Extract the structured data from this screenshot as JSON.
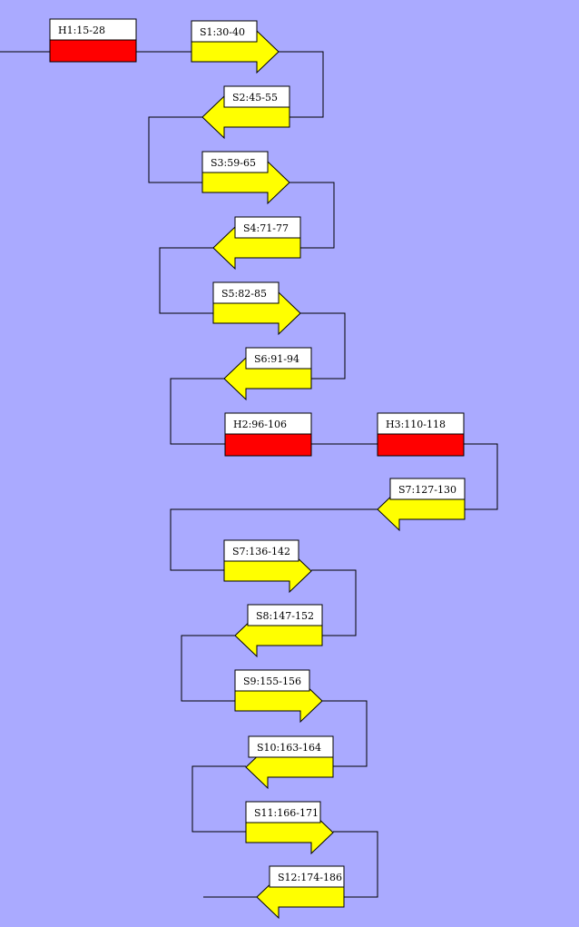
{
  "colors": {
    "background": "#aaaaff",
    "helix": "#ff0000",
    "strand": "#ffff00",
    "line": "#000000",
    "label_bg": "#ffffff"
  },
  "elements": [
    {
      "id": "h1",
      "type": "helix",
      "label": "H1:15-28"
    },
    {
      "id": "s1",
      "type": "strand",
      "direction": "right",
      "label": "S1:30-40"
    },
    {
      "id": "s2",
      "type": "strand",
      "direction": "left",
      "label": "S2:45-55"
    },
    {
      "id": "s3",
      "type": "strand",
      "direction": "right",
      "label": "S3:59-65"
    },
    {
      "id": "s4",
      "type": "strand",
      "direction": "left",
      "label": "S4:71-77"
    },
    {
      "id": "s5",
      "type": "strand",
      "direction": "right",
      "label": "S5:82-85"
    },
    {
      "id": "s6",
      "type": "strand",
      "direction": "left",
      "label": "S6:91-94"
    },
    {
      "id": "h2",
      "type": "helix",
      "label": "H2:96-106"
    },
    {
      "id": "h3",
      "type": "helix",
      "label": "H3:110-118"
    },
    {
      "id": "s7a",
      "type": "strand",
      "direction": "left",
      "label": "S7:127-130"
    },
    {
      "id": "s7b",
      "type": "strand",
      "direction": "right",
      "label": "S7:136-142"
    },
    {
      "id": "s8",
      "type": "strand",
      "direction": "left",
      "label": "S8:147-152"
    },
    {
      "id": "s9",
      "type": "strand",
      "direction": "right",
      "label": "S9:155-156"
    },
    {
      "id": "s10",
      "type": "strand",
      "direction": "left",
      "label": "S10:163-164"
    },
    {
      "id": "s11",
      "type": "strand",
      "direction": "right",
      "label": "S11:166-171"
    },
    {
      "id": "s12",
      "type": "strand",
      "direction": "left",
      "label": "S12:174-186"
    }
  ]
}
